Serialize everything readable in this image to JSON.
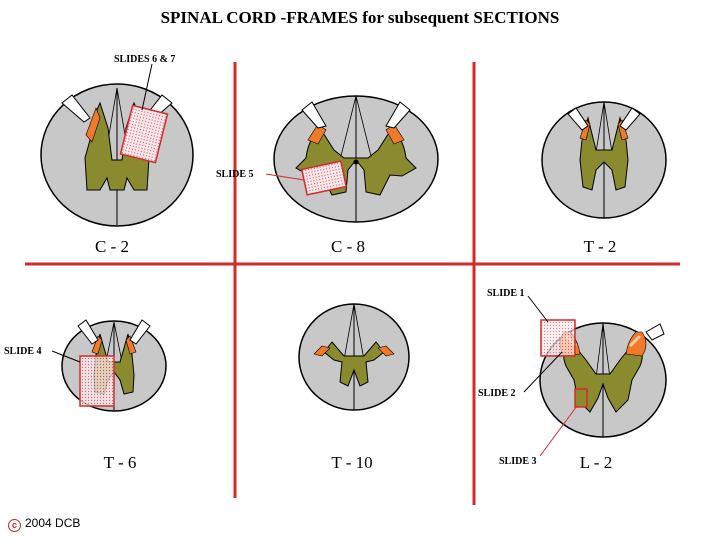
{
  "title": "SPINAL CORD -FRAMES for subsequent SECTIONS",
  "panels": [
    {
      "label": "C - 2"
    },
    {
      "label": "C - 8"
    },
    {
      "label": "T - 2"
    },
    {
      "label": "T - 6"
    },
    {
      "label": "T - 10"
    },
    {
      "label": "L - 2"
    }
  ],
  "slides": {
    "s67": "SLIDES 6 & 7",
    "s5": "SLIDE 5",
    "s4": "SLIDE 4",
    "s1": "SLIDE 1",
    "s2": "SLIDE 2",
    "s3": "SLIDE 3"
  },
  "copyright": {
    "symbol": "c",
    "text": "2004 DCB"
  },
  "colors": {
    "divider": "#d42a2a",
    "white_matter": "#c8c8c8",
    "gray_matter": "#8a8a2e",
    "nucleus_orange": "#f07a2a",
    "nucleus_light": "#f4c8a0",
    "frame": "#d42a2a"
  }
}
